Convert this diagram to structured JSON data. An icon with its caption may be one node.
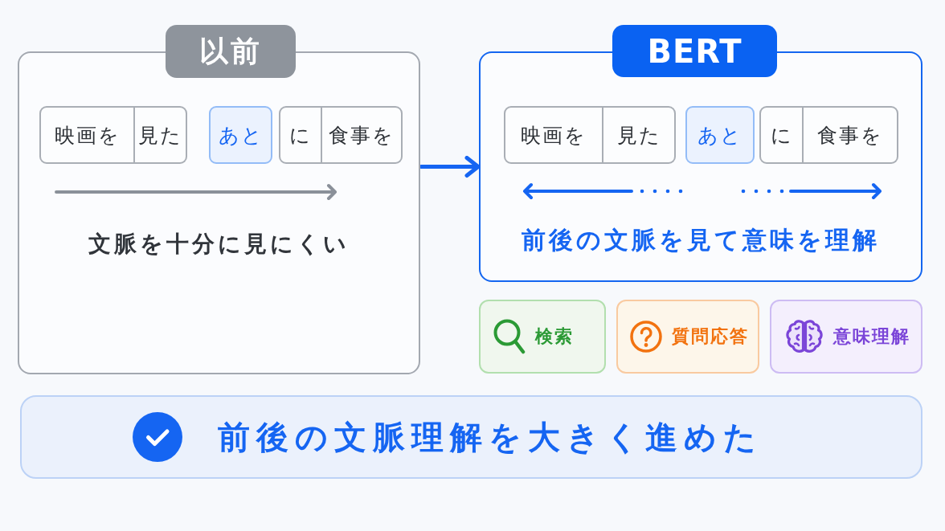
{
  "diagram": {
    "nodes": [
      {
        "text": [
          "以前",
          "文脈を十分に見にくい"
        ]
      },
      {
        "text": [
          "映画を"
        ],
        "in": 0
      },
      {
        "text": [
          "見た"
        ],
        "in": 0
      },
      {
        "text": [
          "あと"
        ],
        "in": 0
      },
      {
        "text": [
          "に"
        ],
        "in": 0
      },
      {
        "text": [
          "食事を"
        ],
        "in": 0
      },
      {
        "text": [
          "BERT",
          "前後の文脈を見て意味を理解"
        ]
      },
      {
        "text": [
          "映画を"
        ],
        "in": 6
      },
      {
        "text": [
          "見た"
        ],
        "in": 6
      },
      {
        "text": [
          "あと"
        ],
        "in": 6
      },
      {
        "text": [
          "に"
        ],
        "in": 6
      },
      {
        "text": [
          "食事を"
        ],
        "in": 6
      },
      {
        "text": [
          "検索"
        ]
      },
      {
        "text": [
          "質問応答"
        ]
      },
      {
        "text": [
          "意味理解"
        ]
      },
      {
        "text": [
          "前後の文脈理解を大きく進めた"
        ]
      }
    ],
    "edges": [
      {
        "from": 0,
        "to": 6,
        "arrow": "to"
      }
    ]
  }
}
